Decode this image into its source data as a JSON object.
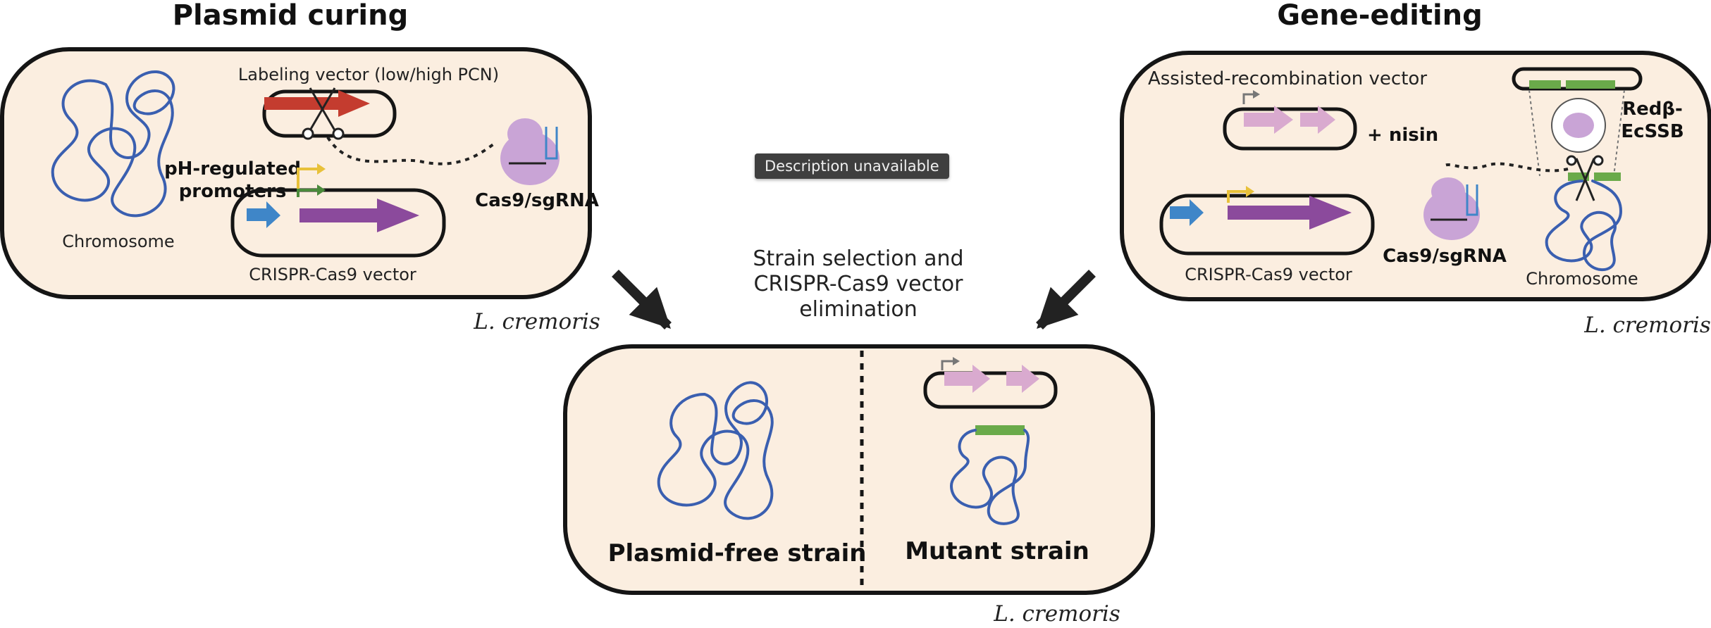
{
  "titles": {
    "left": "Plasmid curing",
    "right": "Gene-editing"
  },
  "left_cell": {
    "chromosome": "Chromosome",
    "labeling_vector": "Labeling vector (low/high PCN)",
    "promoters_line1": "pH-regulated",
    "promoters_line2": "promoters",
    "cas9": "Cas9/sgRNA",
    "crispr_vector": "CRISPR-Cas9 vector",
    "species": "L. cremoris"
  },
  "right_cell": {
    "assisted_vector": "Assisted-recombination vector",
    "nisin": "+ nisin",
    "red_line1": "Redβ-",
    "red_line2": "EcSSB",
    "cas9": "Cas9/sgRNA",
    "crispr_vector": "CRISPR-Cas9 vector",
    "chromosome": "Chromosome",
    "species": "L. cremoris"
  },
  "middle": {
    "line1": "Strain selection and",
    "line2": "CRISPR-Cas9 vector",
    "line3": "elimination"
  },
  "bottom_cell": {
    "left_label": "Plasmid-free strain",
    "right_label": "Mutant strain",
    "species": "L. cremoris"
  },
  "tooltip": "Description unavailable",
  "colors": {
    "cell_fill": "#fbeee0",
    "chromosome": "#3a5fb0",
    "labeling_arrow": "#c43c2f",
    "cas9_arrow": "#8b4a9c",
    "promoter_blue": "#3f86c8",
    "promoter_yellow": "#e8c13a",
    "promoter_green": "#4a8a3a",
    "pink_arrow": "#d9aacf",
    "homology_green": "#6aaa4a",
    "cas9_protein": "#c9a4d6"
  }
}
